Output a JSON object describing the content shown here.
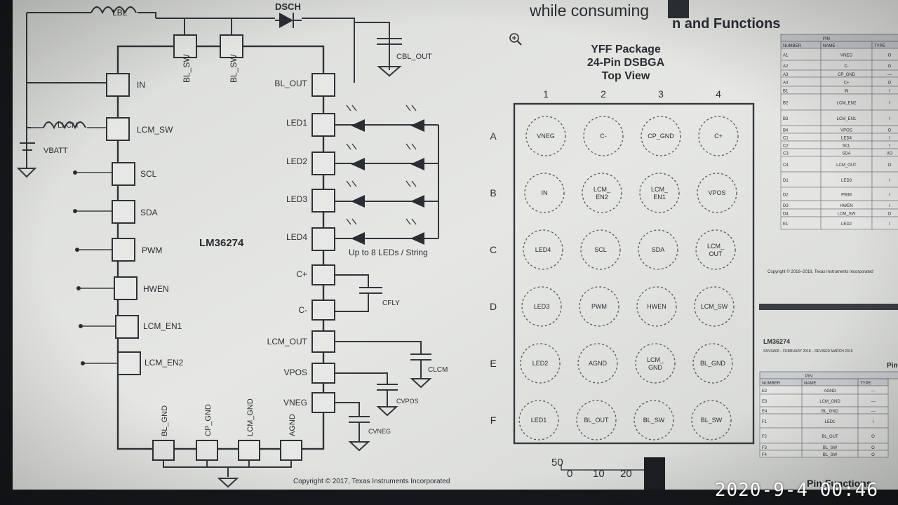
{
  "timestamp": "2020-9-4 00:46",
  "heading_fragment_left": "while consuming",
  "heading_fragment_right": "n and Functions",
  "schematic": {
    "chip": "LM36274",
    "copyright": "Copyright © 2017, Texas Instruments Incorporated",
    "inductor_bl": "LBL",
    "inductor_lcm": "LLCM",
    "diode": "DSCH",
    "vbatt": "VBATT",
    "cap_bl_out": "CBL_OUT",
    "cap_fly": "CFLY",
    "cap_lcm": "CLCM",
    "cap_vpos": "CVPOS",
    "cap_vneg": "CVNEG",
    "top_pins": [
      "BL_SW",
      "BL_SW"
    ],
    "left_pins": [
      "IN",
      "LCM_SW",
      "SCL",
      "SDA",
      "PWM",
      "HWEN",
      "LCM_EN1",
      "LCM_EN2"
    ],
    "right_pins": [
      "BL_OUT",
      "LED1",
      "LED2",
      "LED3",
      "LED4",
      "C+",
      "C-",
      "LCM_OUT",
      "VPOS",
      "VNEG"
    ],
    "bottom_pins": [
      "BL_GND",
      "CP_GND",
      "LCM_GND",
      "AGND"
    ],
    "led_note": "Up to 8 LEDs / String"
  },
  "package": {
    "title_lines": [
      "YFF Package",
      "24-Pin DSBGA",
      "Top View"
    ],
    "columns": [
      "1",
      "2",
      "3",
      "4"
    ],
    "rows": [
      "A",
      "B",
      "C",
      "D",
      "E",
      "F"
    ],
    "balls": [
      [
        "VNEG",
        "C-",
        "CP_GND",
        "C+"
      ],
      [
        "IN",
        "LCM_ EN2",
        "LCM_ EN1",
        "VPOS"
      ],
      [
        "LED4",
        "SCL",
        "SDA",
        "LCM_ OUT"
      ],
      [
        "LED3",
        "PWM",
        "HWEN",
        "LCM_SW"
      ],
      [
        "LED2",
        "AGND",
        "LCM_ GND",
        "BL_GND"
      ],
      [
        "LED1",
        "BL_OUT",
        "BL_SW",
        "BL_SW"
      ]
    ],
    "scale_labels": [
      "50",
      "0",
      "10",
      "20"
    ]
  },
  "pin_table_top": {
    "group_header": "PIN",
    "headers": [
      "NUMBER",
      "NAME",
      "TYPE"
    ],
    "rows": [
      [
        "A1",
        "VNEG",
        "O"
      ],
      [
        "A2",
        "C-",
        "O"
      ],
      [
        "A3",
        "CP_GND",
        "—"
      ],
      [
        "A4",
        "C+",
        "O"
      ],
      [
        "B1",
        "IN",
        "I"
      ],
      [
        "B2",
        "LCM_EN2",
        "I"
      ],
      [
        "B3",
        "LCM_EN1",
        "I"
      ],
      [
        "B4",
        "VPOS",
        "O"
      ],
      [
        "C1",
        "LED4",
        "I"
      ],
      [
        "C2",
        "SCL",
        "I"
      ],
      [
        "C3",
        "SDA",
        "I/O"
      ],
      [
        "C4",
        "LCM_OUT",
        "O"
      ],
      [
        "D1",
        "LED3",
        "I"
      ],
      [
        "D2",
        "PWM",
        "I"
      ],
      [
        "D3",
        "HWEN",
        "I"
      ],
      [
        "D4",
        "LCM_SW",
        "O"
      ],
      [
        "E1",
        "LED2",
        "I"
      ]
    ],
    "footer": "Copyright © 2016–2018, Texas Instruments Incorporated"
  },
  "pin_table_bottom": {
    "doc_title": "LM36274",
    "doc_rev": "SNVSA00 – FEBRUARY 2018 – REVISED MARCH 2019",
    "section_fragment": "Pin",
    "group_header": "PIN",
    "headers": [
      "NUMBER",
      "NAME",
      "TYPE"
    ],
    "rows": [
      [
        "E2",
        "AGND",
        "—"
      ],
      [
        "E3",
        "LCM_GND",
        "—"
      ],
      [
        "E4",
        "BL_GND",
        "—"
      ],
      [
        "F1",
        "LED1",
        "I"
      ],
      [
        "F2",
        "BL_OUT",
        "O"
      ],
      [
        "F3",
        "BL_SW",
        "O"
      ],
      [
        "F4",
        "BL_SW",
        "O"
      ]
    ],
    "bottom_fragment": "Pin Functions"
  }
}
